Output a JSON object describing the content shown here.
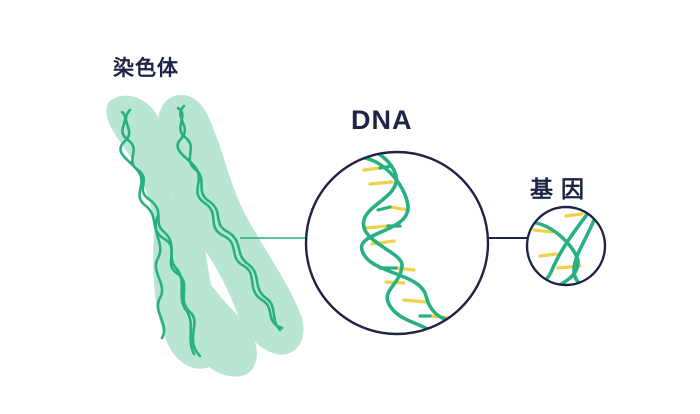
{
  "labels": {
    "chromosome": "染色体",
    "dna": "DNA",
    "gene": "基因"
  },
  "colors": {
    "navy": "#1f2346",
    "green": "#27b17f",
    "light_green": "#b9e6d2",
    "yellow": "#f0d24a",
    "background": "#ffffff"
  }
}
